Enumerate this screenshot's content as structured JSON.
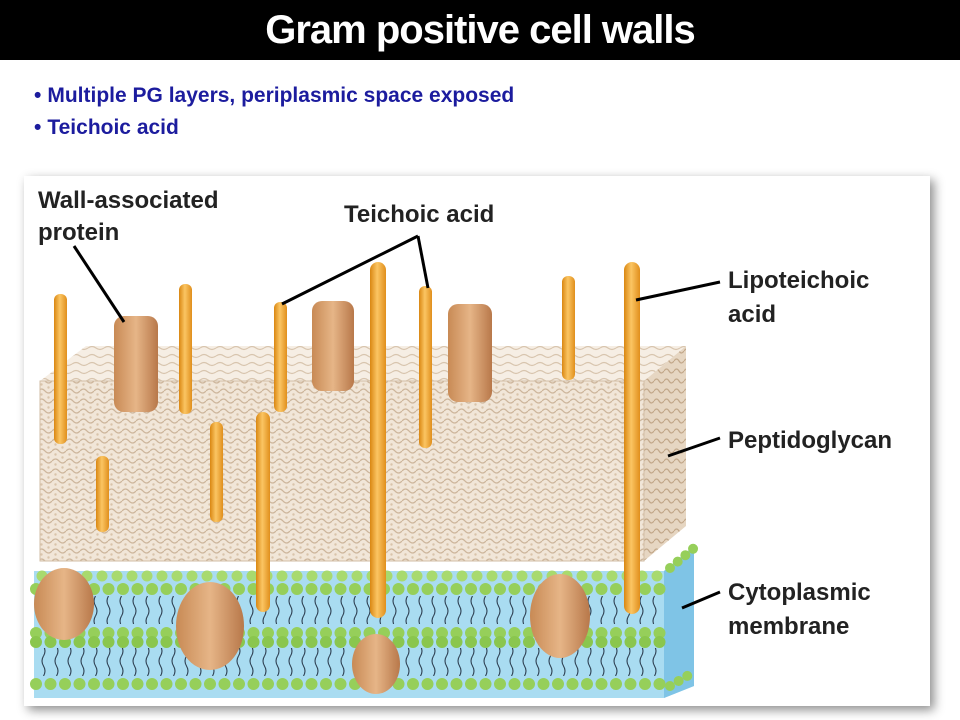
{
  "slide": {
    "title": "Gram positive cell walls",
    "bullets": [
      "Multiple PG layers, periplasmic space exposed",
      "Teichoic acid"
    ]
  },
  "diagram": {
    "labels": {
      "wall_protein_line1": "Wall-associated",
      "wall_protein_line2": "protein",
      "teichoic_acid": "Teichoic acid",
      "lipoteichoic_line1": "Lipoteichoic",
      "lipoteichoic_line2": "acid",
      "peptidoglycan": "Peptidoglycan",
      "cytoplasmic_line1": "Cytoplasmic",
      "cytoplasmic_line2": "membrane"
    },
    "colors": {
      "peptidoglycan": "#efe3d3",
      "rod": "#f3a83a",
      "protein": "#d9a679",
      "membrane_water": "#9fd6ef",
      "lipid_head": "#96cf5a",
      "leader": "#000000"
    }
  }
}
